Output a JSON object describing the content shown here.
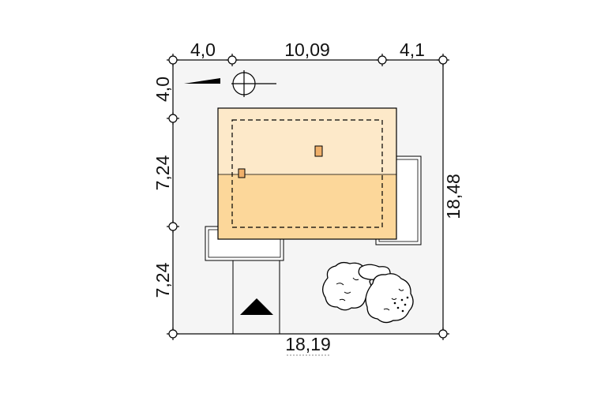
{
  "colors": {
    "plot_fill": "#f5f5f5",
    "roof_upper": "#fde9c9",
    "roof_lower": "#fcd79a",
    "chimney": "#f0b06a",
    "line": "#000000"
  },
  "dimensions": {
    "top": [
      "4,0",
      "10,09",
      "4,1"
    ],
    "left": [
      "4,0",
      "7,24",
      "7,24"
    ],
    "right": "18,48",
    "bottom": "18,19"
  },
  "symbols": {
    "north_arrow": "north-arrow-icon",
    "entrance": "entrance-triangle-icon",
    "trees": "tree-icon"
  }
}
